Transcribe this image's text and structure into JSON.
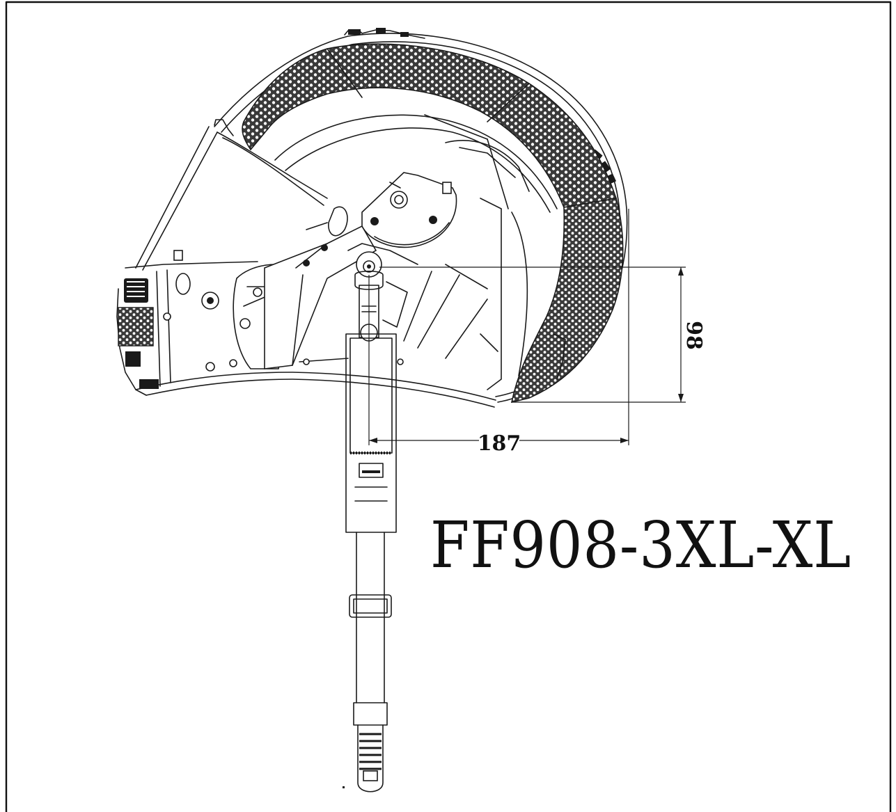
{
  "drawing": {
    "model_label": "FF908-3XL-XL",
    "dimensions": {
      "height_value": "98",
      "width_value": "187"
    },
    "colors": {
      "line": "#1a1a1a",
      "background": "#ffffff",
      "padding_pattern": "#1a1a1a"
    }
  }
}
